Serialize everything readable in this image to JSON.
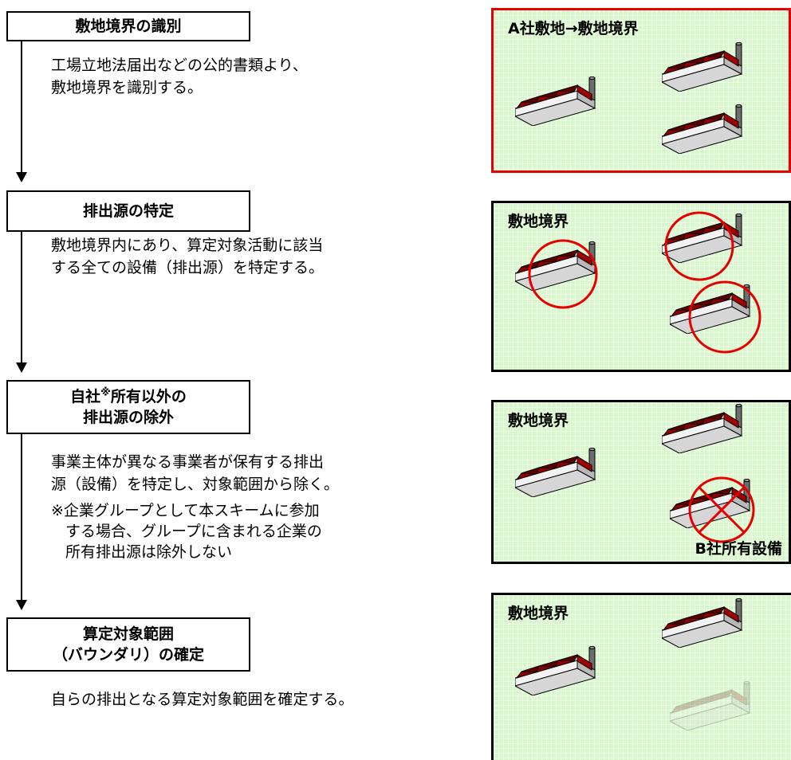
{
  "steps": [
    {
      "title_lines": [
        "敷地境界の識別"
      ],
      "description_lines": [
        "工場立地法届出などの公的書類より、",
        "敷地境界を識別する。"
      ]
    },
    {
      "title_lines": [
        "排出源の特定"
      ],
      "description_lines": [
        "敷地境界内にあり、算定対象活動に該当",
        "する全ての設備（排出源）を特定する。"
      ]
    },
    {
      "title_pre": "自社",
      "title_sup": "※",
      "title_post": "所有以外の",
      "title_line2": "排出源の除外",
      "description_lines": [
        "事業主体が異なる事業者が保有する排出",
        "源（設備）を特定し、対象範囲から除く。"
      ],
      "note_lines": [
        "※企業グループとして本スキームに参加",
        "する場合、グループに含まれる企業の",
        "所有排出源は除外しない"
      ]
    },
    {
      "title_lines": [
        "算定対象範囲",
        "（バウンダリ）の確定"
      ],
      "description_lines": [
        "自らの排出となる算定対象範囲を確定する。"
      ]
    }
  ],
  "panels": [
    {
      "label": "A社敷地→敷地境界",
      "border_color": "#e60000"
    },
    {
      "label": "敷地境界",
      "border_color": "#000000",
      "marking": "circled"
    },
    {
      "label": "敷地境界",
      "border_color": "#000000",
      "marking": "one-crossed",
      "bottom_label": "B社所有設備"
    },
    {
      "label": "敷地境界",
      "border_color": "#000000",
      "marking": "one-faded"
    }
  ],
  "colors": {
    "panel_fill": "#d9f7cd",
    "roof": "#8b0000",
    "base": "#e8e8e8",
    "chimney": "#707070",
    "mark_red": "#e60000"
  }
}
